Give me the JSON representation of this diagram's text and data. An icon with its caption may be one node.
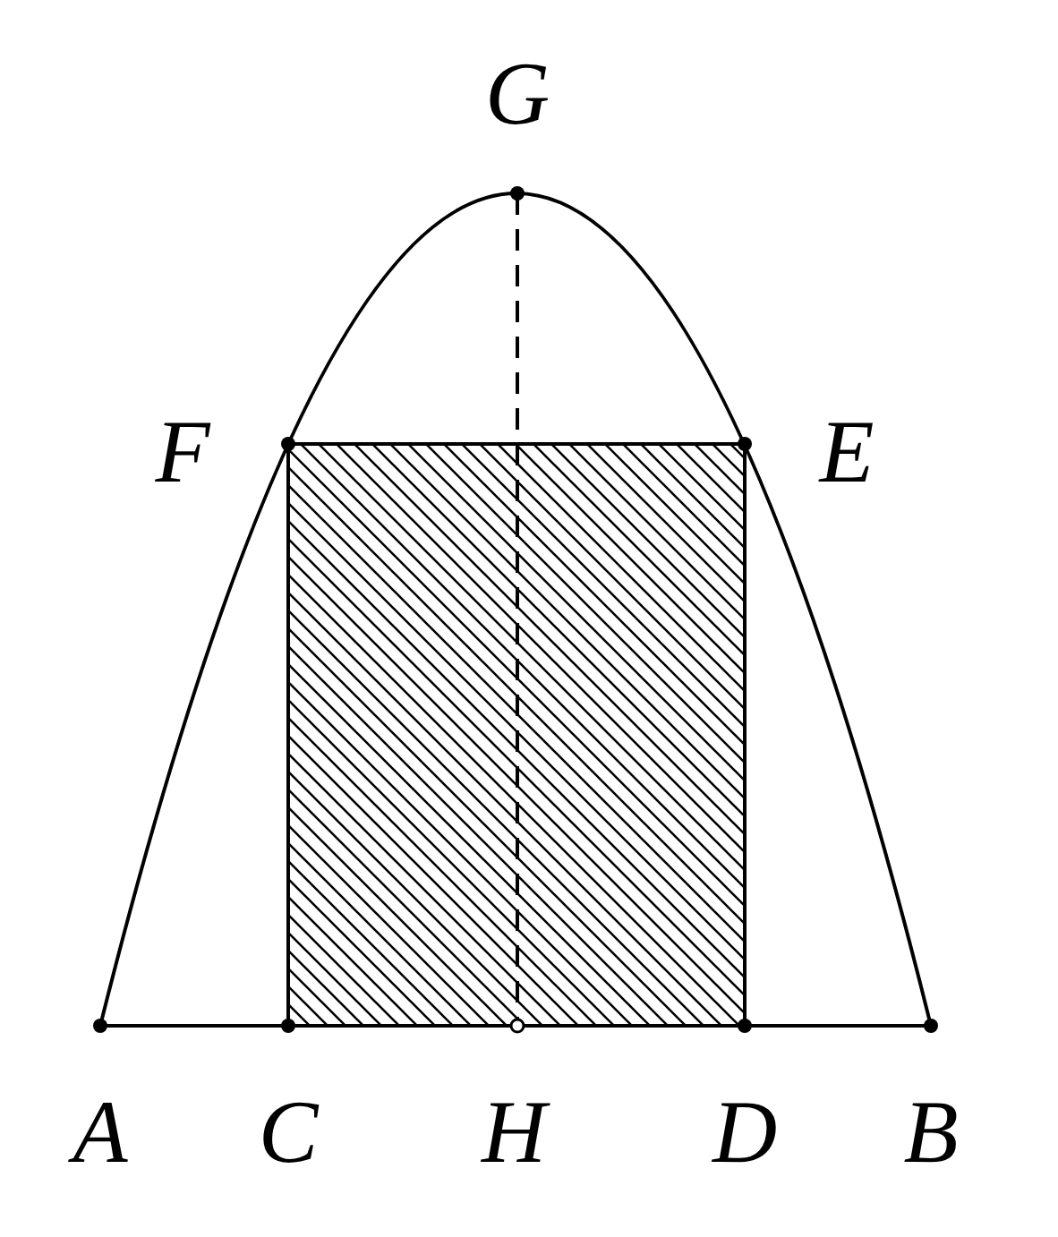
{
  "diagram": {
    "labels": [
      "G",
      "F",
      "E",
      "A",
      "C",
      "H",
      "D",
      "B"
    ]
  }
}
